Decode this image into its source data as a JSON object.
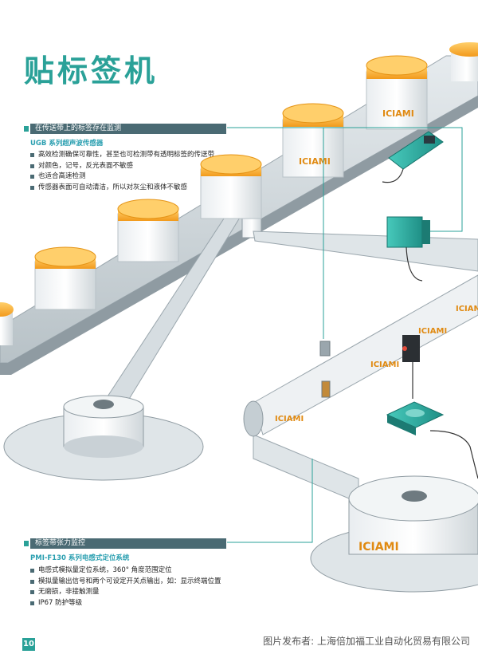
{
  "page": {
    "title": "贴标签机",
    "page_number": "10",
    "credit": "图片发布者:   上海倍加福工业自动化贸易有限公司"
  },
  "section1": {
    "heading": "在传送带上的标签存在监测",
    "subtitle": "UGB 系列超声波传感器",
    "bullets": [
      "高效检测确保可靠性，甚至也可检测带有透明标签的传送带",
      "对颜色，记号，反光表面不敏感",
      "也适合高速检测",
      "传感器表面可自动清洁，所以对灰尘和液体不敏感"
    ]
  },
  "section2": {
    "heading": "标签带张力监控",
    "subtitle": "PMI-F130 系列电感式定位系统",
    "bullets": [
      "电感式模拟量定位系统，360° 角度范围定位",
      "模拟量输出信号和两个可设定开关点输出，如：显示终端位置",
      "无磨损，非接触测量",
      "IP67 防护等级"
    ]
  },
  "brand_label": "ICIAMI",
  "colors": {
    "accent": "#2aa198",
    "section_bar": "#4a6a73",
    "subtitle": "#2a9fb0",
    "lid_orange": "#f6a623",
    "sensor_teal": "#2fb3a6"
  }
}
